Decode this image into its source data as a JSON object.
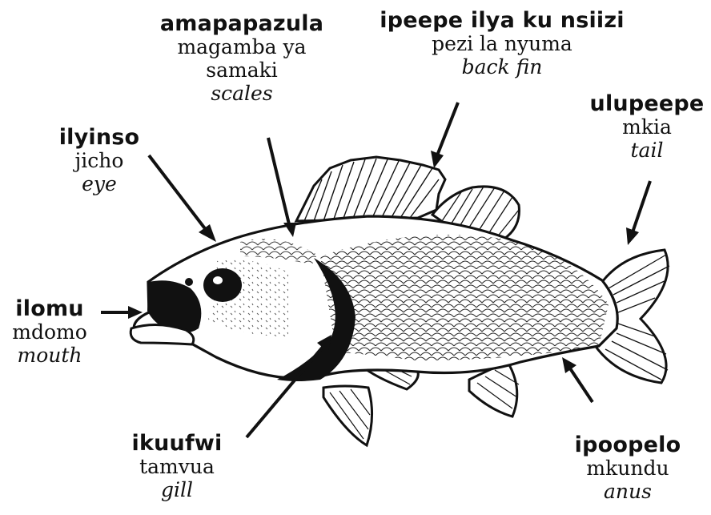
{
  "labels": {
    "scales": {
      "bemba": "amapapazula",
      "swahili_line1": "magamba ya",
      "swahili_line2": "samaki",
      "english": "scales"
    },
    "back_fin": {
      "bemba": "ipeepe ilya ku nsiizi",
      "swahili": "pezi la nyuma",
      "english": "back fin"
    },
    "eye": {
      "bemba": "ilyinso",
      "swahili": "jicho",
      "english": "eye"
    },
    "tail": {
      "bemba": "ulupeepe",
      "swahili": "mkia",
      "english": "tail"
    },
    "mouth": {
      "bemba": "ilomu",
      "swahili": "mdomo",
      "english": "mouth"
    },
    "gill": {
      "bemba": "ikuufwi",
      "swahili": "tamvua",
      "english": "gill"
    },
    "anus": {
      "bemba": "ipoopelo",
      "swahili": "mkundu",
      "english": "anus"
    }
  },
  "colors": {
    "ink": "#111111",
    "background": "#ffffff"
  }
}
